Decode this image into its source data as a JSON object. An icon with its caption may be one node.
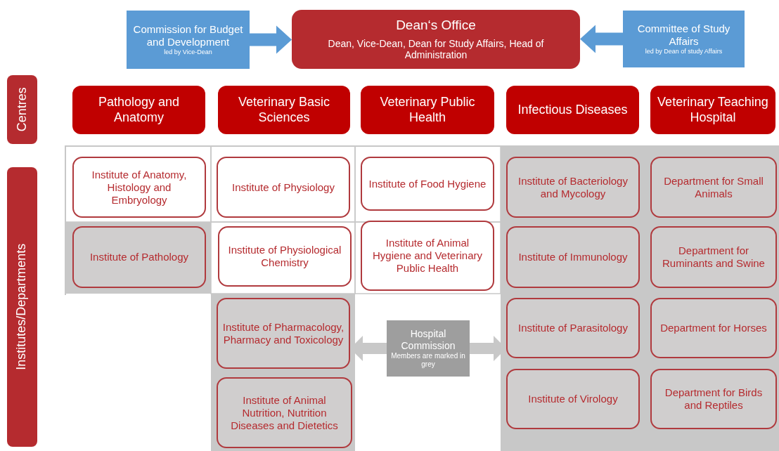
{
  "diagram": {
    "nodes": [
      {
        "text": [
          "Commission for Budget and Development",
          "led by Vice-Dean"
        ]
      },
      {
        "text": [
          "Dean‘s Office",
          "Dean, Vice-Dean, Dean for Study Affairs, Head of Administration"
        ]
      },
      {
        "text": [
          "Committee of Study Affairs",
          "led by Dean of study Affairs"
        ]
      },
      {
        "text": [
          "Centres"
        ]
      },
      {
        "text": [
          "Pathology and Anatomy"
        ]
      },
      {
        "text": [
          "Veterinary Basic Sciences"
        ]
      },
      {
        "text": [
          "Veterinary Public Health"
        ]
      },
      {
        "text": [
          "Infectious Diseases"
        ]
      },
      {
        "text": [
          "Veterinary Teaching Hospital"
        ]
      },
      {
        "text": [
          "Institutes/Departments"
        ]
      },
      {
        "text": [
          "Institute of Anatomy, Histology and Embryology"
        ]
      },
      {
        "text": [
          "Institute of Physiology"
        ]
      },
      {
        "text": [
          "Institute of Food Hygiene"
        ]
      },
      {
        "text": [
          "Institute of Bacteriology and Mycology"
        ]
      },
      {
        "text": [
          "Department for Small Animals"
        ]
      },
      {
        "text": [
          "Institute of Pathology"
        ]
      },
      {
        "text": [
          "Institute of Physiological Chemistry"
        ]
      },
      {
        "text": [
          "Institute of Animal Hygiene and Veterinary Public Health"
        ]
      },
      {
        "text": [
          "Institute of Immunology"
        ]
      },
      {
        "text": [
          "Department for Ruminants and Swine"
        ]
      },
      {
        "text": [
          "Institute of Pharmacology, Pharmacy and Toxicology"
        ]
      },
      {
        "text": [
          "Institute of Parasitology"
        ]
      },
      {
        "text": [
          "Department for Horses"
        ]
      },
      {
        "text": [
          "Institute of Animal Nutrition, Nutrition Diseases and Dietetics"
        ]
      },
      {
        "text": [
          "Institute of Virology"
        ]
      },
      {
        "text": [
          "Department for Birds and Reptiles"
        ]
      },
      {
        "text": [
          "Hospital Commission",
          "Members are marked in grey"
        ]
      }
    ],
    "edges": [
      {
        "from": 0,
        "to": 1,
        "arrow": "to",
        "style": "thick",
        "color": "#5b9bd5"
      },
      {
        "from": 2,
        "to": 1,
        "arrow": "to",
        "style": "thick",
        "color": "#5b9bd5"
      },
      {
        "from": 26,
        "to": 20,
        "arrow": "to",
        "style": "thick",
        "color": "#c8c8c8"
      },
      {
        "from": 26,
        "to": 21,
        "arrow": "to",
        "style": "thick",
        "color": "#c8c8c8"
      }
    ]
  }
}
